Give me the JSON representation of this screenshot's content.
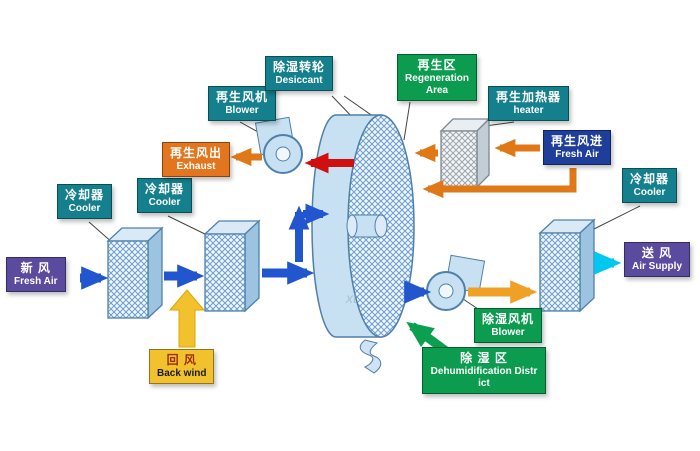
{
  "diagram": {
    "watermark": "xt",
    "labels": {
      "fresh_air_in": {
        "zh": "新  风",
        "en": "Fresh Air"
      },
      "cooler_left_1": {
        "zh": "冷却器",
        "en": "Cooler"
      },
      "cooler_left_2": {
        "zh": "冷却器",
        "en": "Cooler"
      },
      "back_wind": {
        "zh": "回  风",
        "en": "Back wind"
      },
      "regen_blower": {
        "zh": "再生风机",
        "en": "Blower"
      },
      "regen_exhaust": {
        "zh": "再生风出",
        "en": "Exhaust"
      },
      "desiccant_wheel": {
        "zh": "除湿转轮",
        "en": "Desiccant"
      },
      "regen_area": {
        "zh": "再生区",
        "en": "Regeneration Area"
      },
      "regen_heater": {
        "zh": "再生加热器",
        "en": "heater"
      },
      "regen_fresh_air": {
        "zh": "再生风进",
        "en": "Fresh Air"
      },
      "cooler_right": {
        "zh": "冷却器",
        "en": "Cooler"
      },
      "air_supply": {
        "zh": "送  风",
        "en": "Air Supply"
      },
      "dehumid_blower": {
        "zh": "除湿风机",
        "en": "Blower"
      },
      "dehumid_district": {
        "zh": "除 湿 区",
        "en": "Dehumidification District"
      }
    },
    "colors": {
      "purple": "#5b4b9e",
      "teal": "#15808d",
      "green": "#0c9c50",
      "navy": "#1f3d9b",
      "orange": "#e2751d",
      "yellow": "#f2c12e",
      "arrow_blue": "#2156cf",
      "arrow_cyan": "#00c8ee",
      "arrow_red": "#d01010",
      "arrow_orange": "#e07818",
      "arrow_amber": "#f0a025",
      "arrow_green": "#0aa050"
    }
  }
}
